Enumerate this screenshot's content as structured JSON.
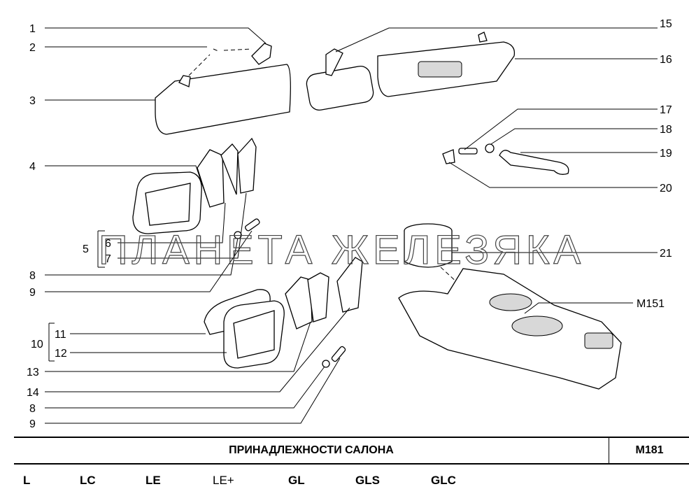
{
  "diagram": {
    "callouts": [
      "1",
      "2",
      "3",
      "4",
      "5",
      "6",
      "7",
      "8",
      "9",
      "10",
      "11",
      "12",
      "13",
      "14",
      "8",
      "9",
      "15",
      "16",
      "17",
      "18",
      "19",
      "20",
      "21",
      "M151"
    ],
    "watermark": "ПЛАНЕТА ЖЕЛЕЗЯКА"
  },
  "footer": {
    "title": "ПРИНАДЛЕЖНОСТИ  САЛОНА",
    "code": "M181",
    "trims": [
      "L",
      "LC",
      "LE",
      "LE+",
      "GL",
      "GLS",
      "GLC"
    ]
  }
}
